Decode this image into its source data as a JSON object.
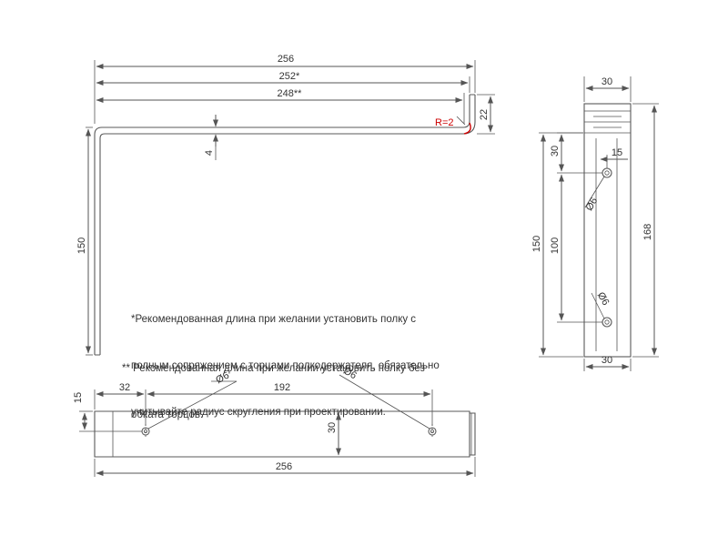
{
  "top_view": {
    "dim_256": "256",
    "dim_252": "252*",
    "dim_248": "248**",
    "dim_22": "22",
    "dim_4": "4",
    "dim_150": "150",
    "radius_label": "R=2",
    "radius_color": "#cc0000"
  },
  "side_view": {
    "dim_30_top": "30",
    "dim_15": "15",
    "dim_30_left": "30",
    "dim_hole_top": "Ø6",
    "dim_100": "100",
    "dim_150": "150",
    "dim_168": "168",
    "dim_hole_bottom": "Ø6",
    "dim_30_bottom": "30"
  },
  "bottom_view": {
    "dim_15": "15",
    "dim_32": "32",
    "dim_192": "192",
    "dim_hole_left": "Ø6",
    "dim_hole_right": "Ø6",
    "dim_30": "30",
    "dim_256": "256"
  },
  "notes": {
    "note1_line1": "*Рекомендованная длина при желании установить полку с",
    "note1_line2": "полным сопряжением с торцами полкодержателя, обязательно",
    "note1_line3": "учитывайте радиус скругления при проектировании.",
    "note2_line1": "** Рекомендованная длина при желании установить полку без",
    "note2_line2": "обката торцов."
  }
}
